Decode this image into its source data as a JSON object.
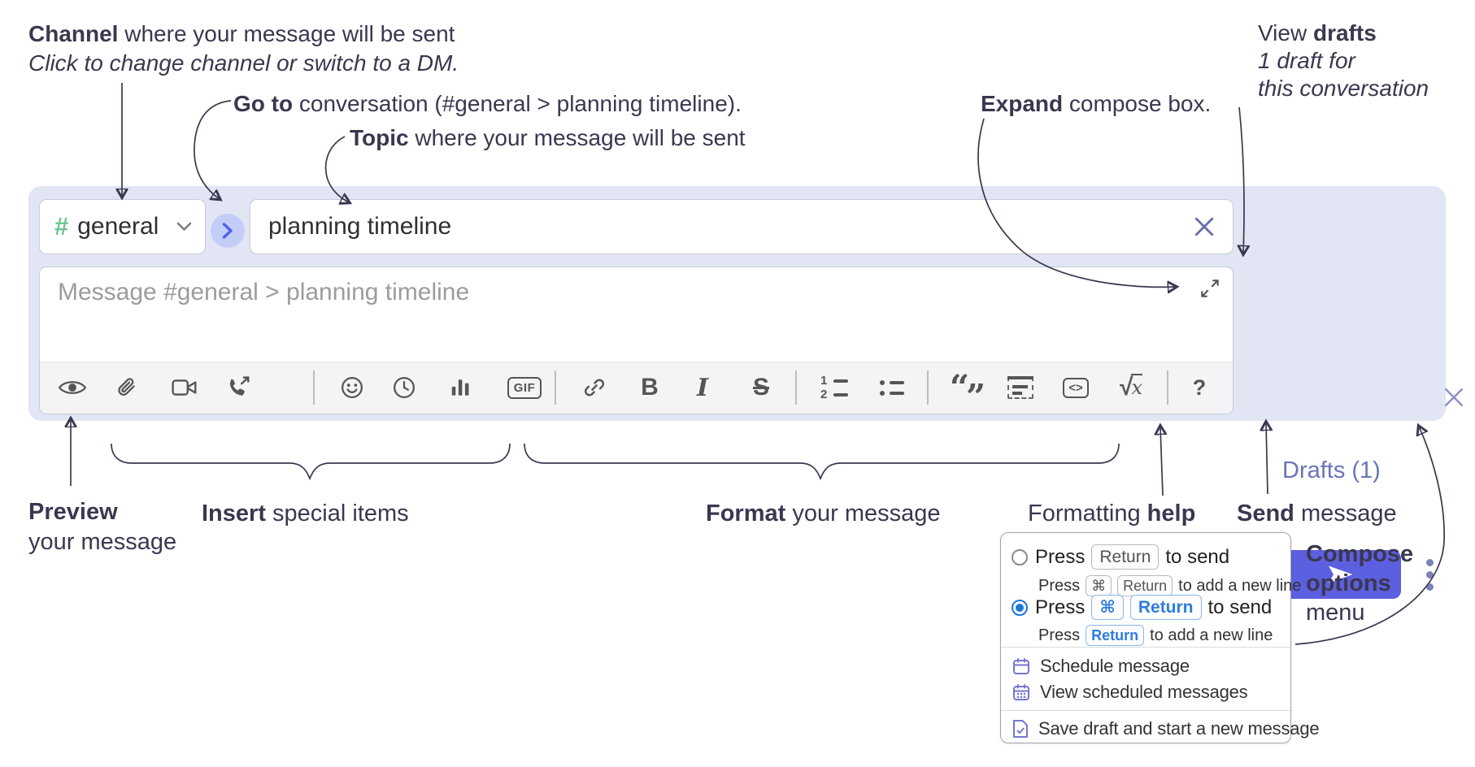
{
  "colors": {
    "compose_bg": "#e2e5f3",
    "accent_send": "#5b5fe0",
    "drafts_link": "#6b74b8",
    "hash_green": "#6bc490",
    "goto_chevron_blue": "#4a63f0",
    "radio_selected_blue": "#1c77d9",
    "keycap_blue": "#2e7de0",
    "menu_icon_purple": "#7577cf",
    "annotation_text": "#3a3750",
    "toolbar_icon": "#555555"
  },
  "annotations": {
    "channel": {
      "bold": "Channel",
      "rest": " where your message will be sent",
      "line2": "Click to change channel or switch to a DM."
    },
    "goto": {
      "bold": "Go to",
      "rest": " conversation (#general > planning timeline)."
    },
    "topic": {
      "bold": "Topic",
      "rest": " where your message will be sent"
    },
    "expand": {
      "bold": "Expand",
      "rest": " compose box."
    },
    "drafts": {
      "line1_pre": "View ",
      "line1_bold": "drafts",
      "line2": "1 draft for",
      "line3": "this conversation"
    },
    "preview": {
      "bold": "Preview",
      "line2": "your message"
    },
    "insert": {
      "bold": "Insert",
      "rest": " special items"
    },
    "format": {
      "bold": "Format",
      "rest": " your message"
    },
    "formatting_help": {
      "pre": "Formatting ",
      "bold": "help"
    },
    "send": {
      "bold": "Send",
      "rest": " message"
    },
    "compose_options": {
      "bold1": "Compose",
      "bold2": "options",
      "line3": "menu"
    }
  },
  "compose": {
    "channel": {
      "hash": "#",
      "label": "general"
    },
    "topic": {
      "value": "planning timeline"
    },
    "message": {
      "placeholder": "Message #general > planning timeline"
    },
    "drafts_link": "Drafts (1)",
    "toolbar_labels": {
      "gif": "GIF",
      "bold": "B",
      "italic": "I",
      "strike": "S",
      "ol_1": "1",
      "ol_2": "2",
      "quote_open": "“",
      "quote_close": "”",
      "code": "<>",
      "math_sqrt": "√",
      "math_x": "x",
      "help": "?"
    },
    "toolbar_icons": [
      "preview-eye",
      "attach-paperclip",
      "video-call",
      "voice-call",
      "emoji-smiley",
      "time-clock",
      "poll-chart",
      "gif",
      "link",
      "bold",
      "italic",
      "strikethrough",
      "numbered-list",
      "bulleted-list",
      "quote",
      "spoiler",
      "code",
      "math",
      "help"
    ]
  },
  "options_menu": {
    "option1": {
      "selected": false,
      "press": "Press",
      "key": "Return",
      "suffix": "to send",
      "sub_press": "Press",
      "sub_key1": "⌘",
      "sub_key2": "Return",
      "sub_suffix": "to add a new line"
    },
    "option2": {
      "selected": true,
      "press": "Press",
      "key1": "⌘",
      "key2": "Return",
      "suffix": "to send",
      "sub_press": "Press",
      "sub_key": "Return",
      "sub_suffix": "to add a new line"
    },
    "items": [
      {
        "label": "Schedule message"
      },
      {
        "label": "View scheduled messages"
      },
      {
        "label": "Save draft and start a new message"
      }
    ]
  }
}
